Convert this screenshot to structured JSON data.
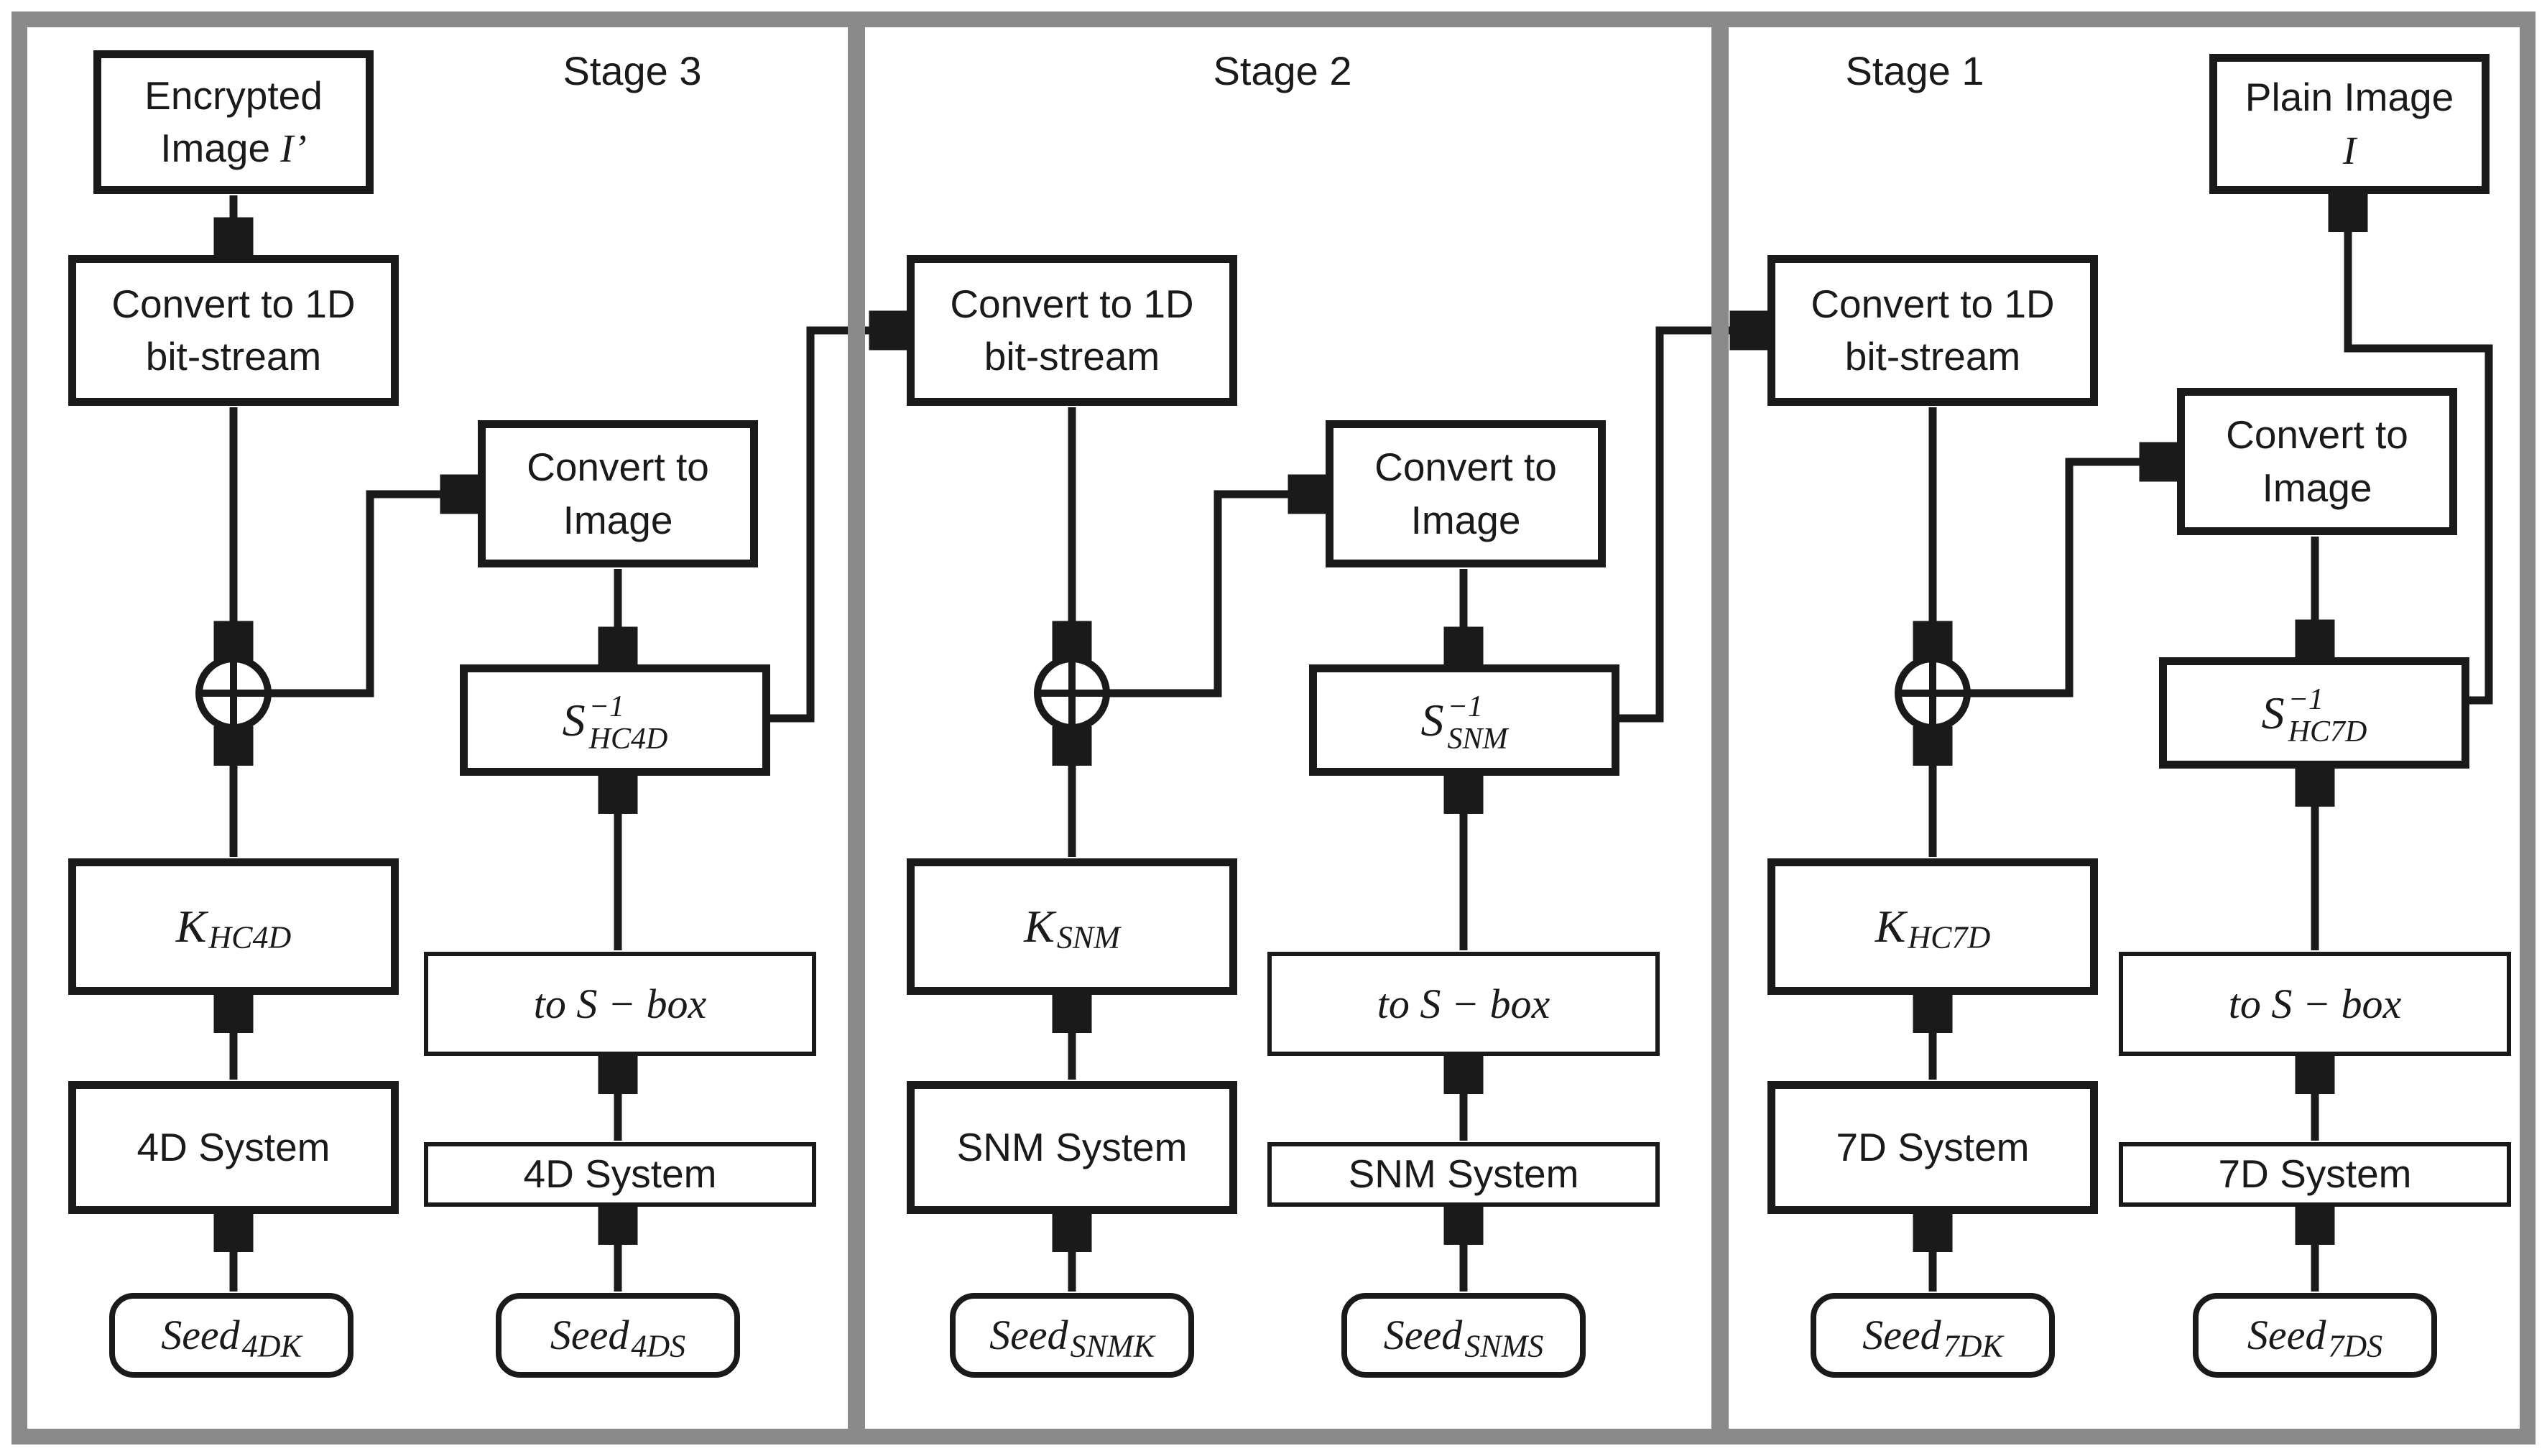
{
  "title": "Three-stage image decryption flow diagram",
  "colors": {
    "frame_gray": "#8a8a8a",
    "line_black": "#1a1a1a",
    "box_fill": "#ffffff"
  },
  "stages": [
    {
      "label": "Stage 3",
      "top_box": {
        "line1": "Encrypted",
        "line2_text": "Image",
        "line2_math": "I’"
      },
      "conv1d": {
        "line1": "Convert to 1D",
        "line2": "bit-stream"
      },
      "convimg": {
        "line1": "Convert to",
        "line2": "Image"
      },
      "sbox_inv": {
        "base": "S",
        "sup": "−1",
        "sub": "HC4D"
      },
      "key": {
        "base": "K",
        "sub": "HC4D"
      },
      "to_sbox": "to S − box",
      "system_key": "4D System",
      "system_sbox": "4D System",
      "seed_key": {
        "base": "Seed",
        "sub": "4DK"
      },
      "seed_sbox": {
        "base": "Seed",
        "sub": "4DS"
      }
    },
    {
      "label": "Stage 2",
      "conv1d": {
        "line1": "Convert to 1D",
        "line2": "bit-stream"
      },
      "convimg": {
        "line1": "Convert to",
        "line2": "Image"
      },
      "sbox_inv": {
        "base": "S",
        "sup": "−1",
        "sub": "SNM"
      },
      "key": {
        "base": "K",
        "sub": "SNM"
      },
      "to_sbox": "to S − box",
      "system_key": "SNM System",
      "system_sbox": "SNM System",
      "seed_key": {
        "base": "Seed",
        "sub": "SNMK"
      },
      "seed_sbox": {
        "base": "Seed",
        "sub": "SNMS"
      }
    },
    {
      "label": "Stage 1",
      "top_box": {
        "line1": "Plain Image",
        "line2_math": "I"
      },
      "conv1d": {
        "line1": "Convert to 1D",
        "line2": "bit-stream"
      },
      "convimg": {
        "line1": "Convert to",
        "line2": "Image"
      },
      "sbox_inv": {
        "base": "S",
        "sup": "−1",
        "sub": "HC7D"
      },
      "key": {
        "base": "K",
        "sub": "HC7D"
      },
      "to_sbox": "to S − box",
      "system_key": "7D System",
      "system_sbox": "7D System",
      "seed_key": {
        "base": "Seed",
        "sub": "7DK"
      },
      "seed_sbox": {
        "base": "Seed",
        "sub": "7DS"
      }
    }
  ]
}
